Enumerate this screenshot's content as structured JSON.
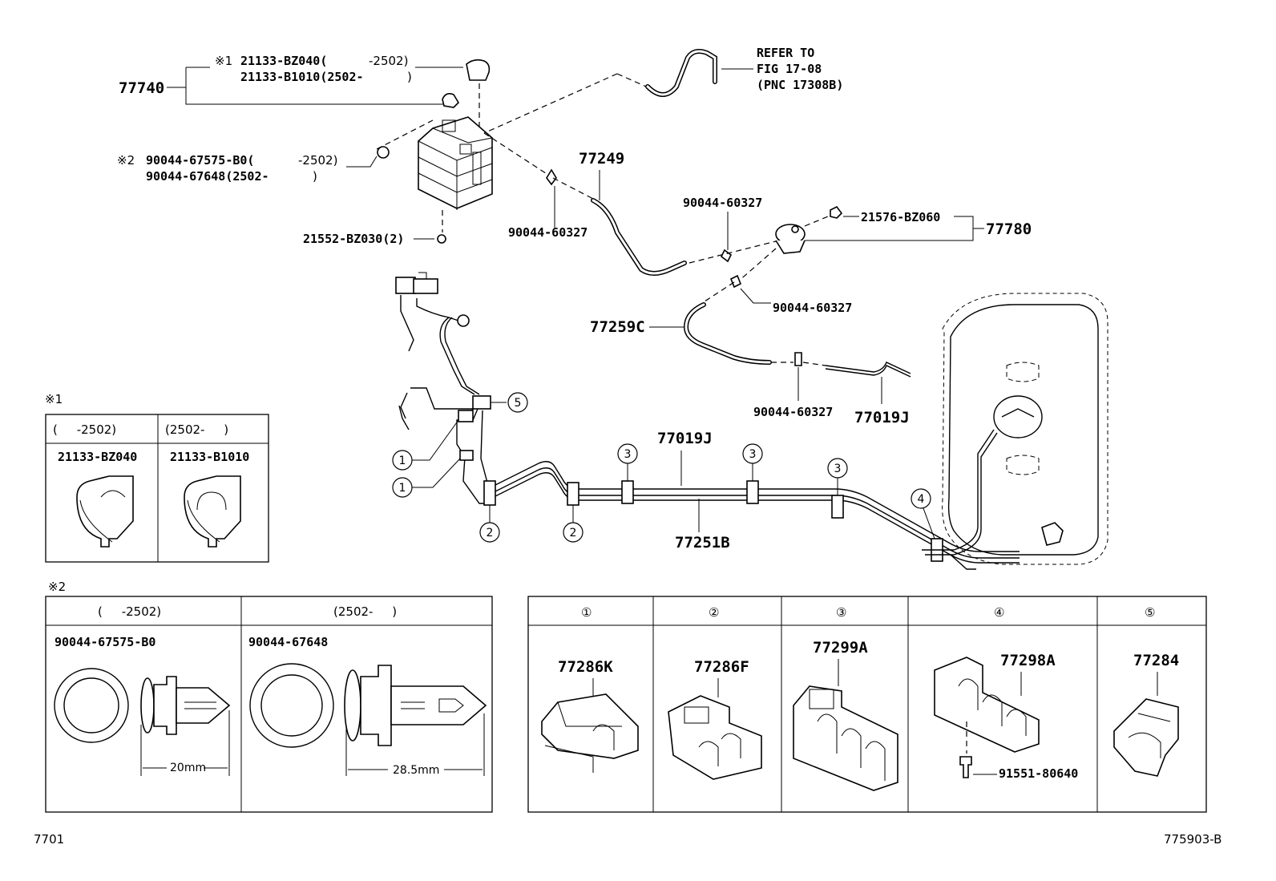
{
  "labels": {
    "p77740": "77740",
    "p77740_a": "21133-BZ040(",
    "p77740_a_range": "-2502)",
    "p77740_b": "21133-B1010(2502-",
    "p77740_b_close": ")",
    "mark1": "※1",
    "mark2": "※2",
    "p90044_a": "90044-67575-B0(",
    "p90044_a_range": "-2502)",
    "p90044_b": "90044-67648(2502-",
    "p90044_b_close": ")",
    "p21552": "21552-BZ030(2)",
    "refer_1": "REFER TO",
    "refer_2": "FIG 17-08",
    "refer_3": "(PNC 17308B)",
    "p77249": "77249",
    "clamp_a": "90044-60327",
    "clamp_b": "90044-60327",
    "clamp_c": "90044-60327",
    "clamp_d": "90044-60327",
    "p21576": "21576-BZ060",
    "p77780": "77780",
    "p77259c": "77259C",
    "p77019j_a": "77019J",
    "p77019j_b": "77019J",
    "p77251b": "77251B"
  },
  "callouts": [
    "1",
    "1",
    "2",
    "2",
    "3",
    "3",
    "3",
    "4",
    "5"
  ],
  "table1": {
    "mark": "※1",
    "headers": [
      "(     -2502)",
      "(2502-     )"
    ],
    "parts": [
      "21133-BZ040",
      "21133-B1010"
    ]
  },
  "table2": {
    "mark": "※2",
    "headers": [
      "(     -2502)",
      "(2502-     )"
    ],
    "parts": [
      "90044-67575-B0",
      "90044-67648"
    ],
    "dims": [
      "20mm",
      "28.5mm"
    ]
  },
  "table3": {
    "headers": [
      "①",
      "②",
      "③",
      "④",
      "⑤"
    ],
    "parts": [
      "77286K",
      "77286F",
      "77299A",
      "77298A",
      "77284"
    ],
    "bolt": "91551-80640"
  },
  "footer": {
    "left": "7701",
    "right": "775903-B"
  }
}
